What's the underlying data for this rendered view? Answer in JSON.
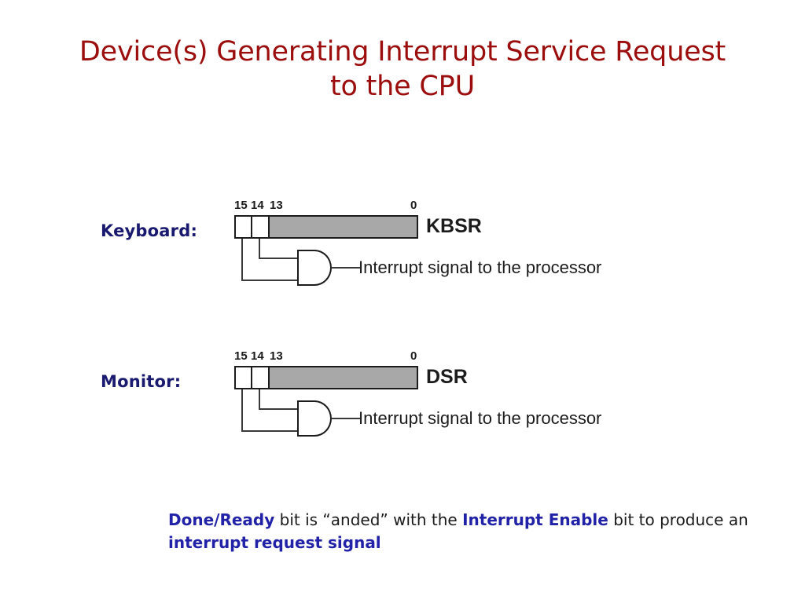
{
  "slide": {
    "title_line_1": "Device(s) Generating Interrupt Service Request",
    "title_line_2": "to the CPU",
    "title_color": "#9c0d0d",
    "accent_color": "#2222a8",
    "label_color": "#191970",
    "register_fill_color": "#a8a8a8",
    "line_color": "#1c1c1c",
    "background_color": "#ffffff"
  },
  "devices": [
    {
      "label": "Keyboard:",
      "register_name": "KBSR",
      "bit_ticks": {
        "high": "15",
        "mid": "14",
        "low": "13",
        "zero": "0"
      },
      "gate": "AND",
      "output_label": "Interrupt signal to the processor"
    },
    {
      "label": "Monitor:",
      "register_name": "DSR",
      "bit_ticks": {
        "high": "15",
        "mid": "14",
        "low": "13",
        "zero": "0"
      },
      "gate": "AND",
      "output_label": "Interrupt signal to the processor"
    }
  ],
  "caption": {
    "seg_1": "Done/Ready",
    "seg_2": " bit is “anded” with the ",
    "seg_3": "Interrupt Enable",
    "seg_4": " bit to produce an ",
    "seg_5": "interrupt request signal"
  }
}
